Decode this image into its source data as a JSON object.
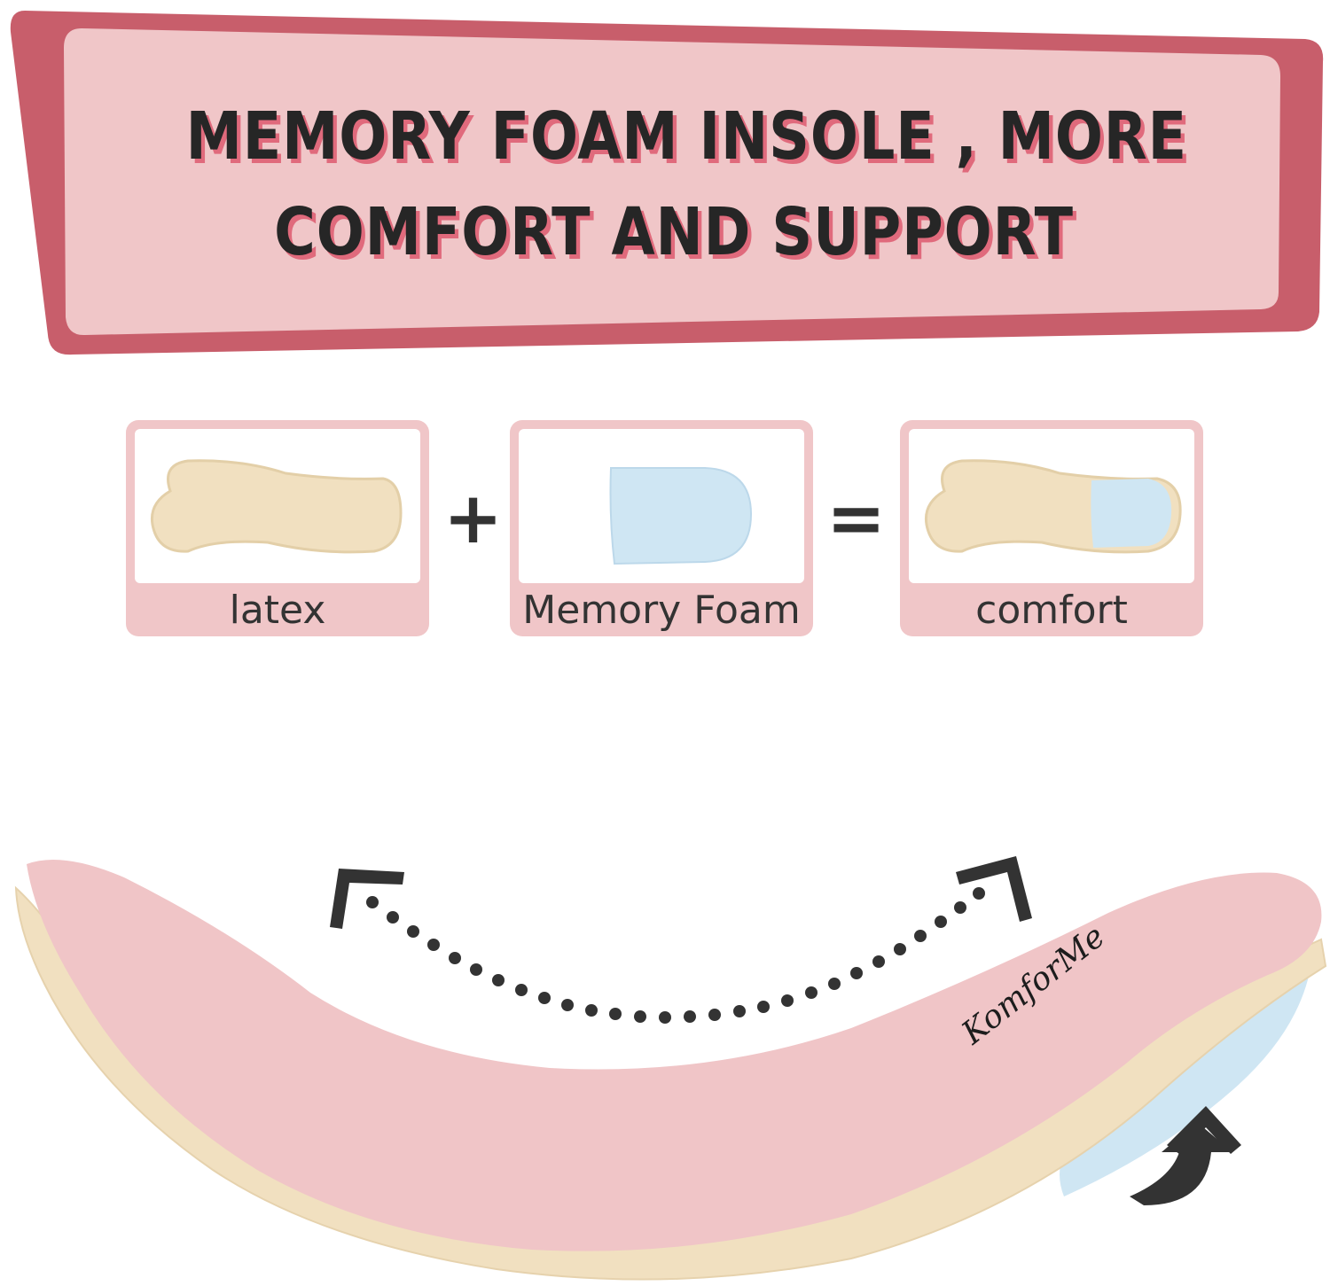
{
  "headline": {
    "line1": "MEMORY FOAM INSOLE , MORE",
    "line2": "COMFORT AND SUPPORT"
  },
  "panels": [
    {
      "label": "latex"
    },
    {
      "label": "Memory Foam"
    },
    {
      "label": "comfort"
    }
  ],
  "operators": {
    "plus": "+",
    "equals": "="
  },
  "brand": {
    "name": "KomforMe"
  },
  "colors": {
    "banner_outer": "#c85e6b",
    "banner_inner": "#f0c6c8",
    "latex": "#f1e0c0",
    "memory_foam": "#cfe6f3",
    "insole_top": "#f0c5c7",
    "dark": "#333333"
  },
  "icons": [
    "flex-arrow-icon",
    "rebound-arrow-icon"
  ]
}
